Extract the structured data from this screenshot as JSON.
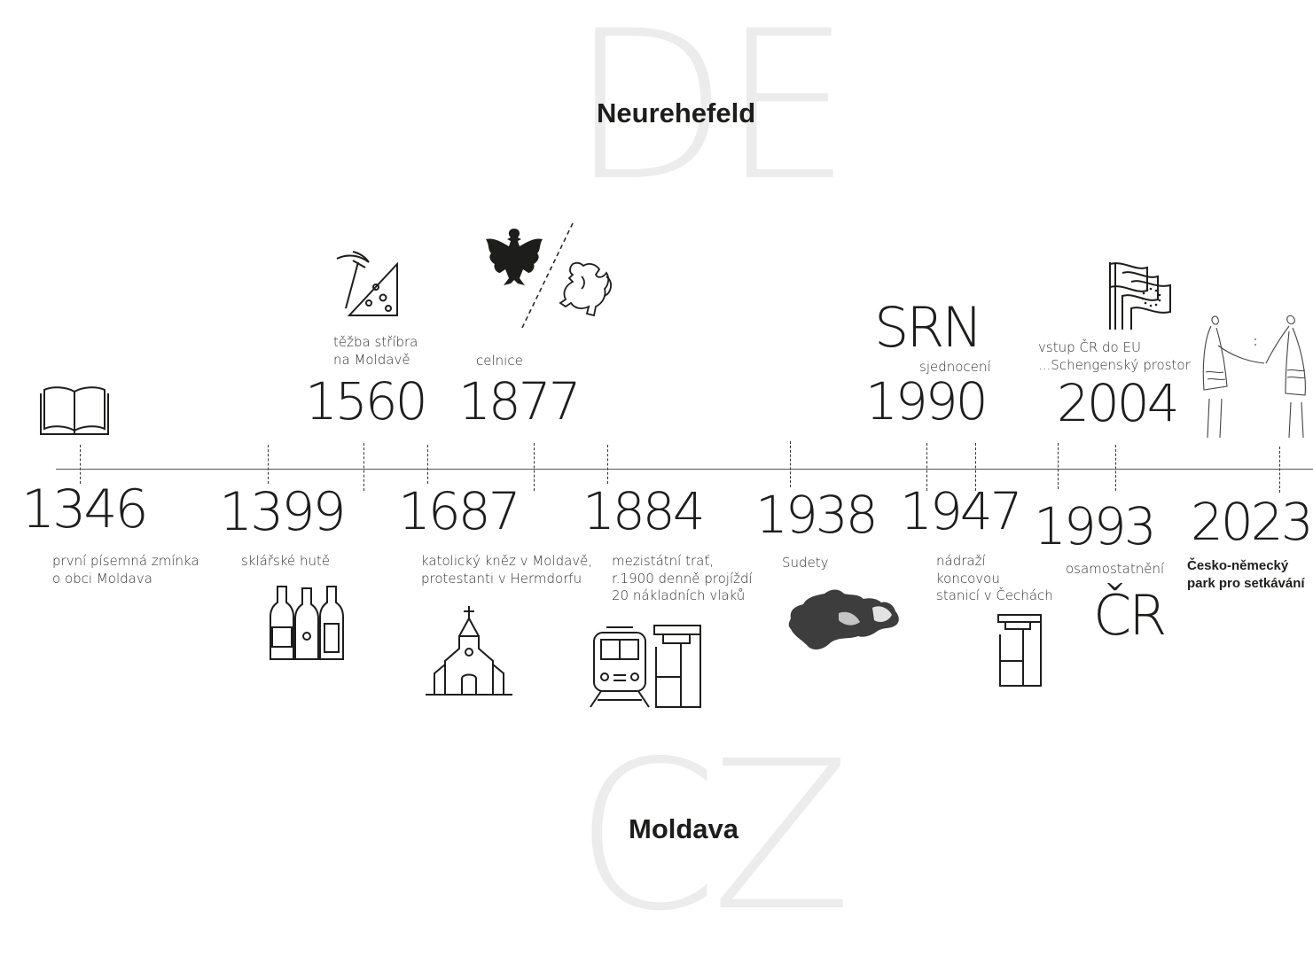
{
  "top_region": {
    "watermark": "DE",
    "place": "Neurehefeld"
  },
  "bottom_region": {
    "watermark": "CZ",
    "place": "Moldava"
  },
  "events_above": [
    {
      "year": "1560",
      "label": "těžba stříbra\nna Moldavě",
      "icon": "pickaxe-mine-icon"
    },
    {
      "year": "1877",
      "label": "celnice",
      "icon": "eagle-lion-coat-of-arms-icon"
    },
    {
      "year": "1990",
      "label": "sjednocení",
      "extra": "SRN"
    },
    {
      "year": "2004",
      "label": "vstup ČR do EU\n...Schengenský prostor",
      "icon": "flags-eu-icon"
    }
  ],
  "events_below": [
    {
      "year": "1346",
      "label": "první písemná zmínka\no obci Moldava",
      "icon": "open-book-icon"
    },
    {
      "year": "1399",
      "label": "sklářské hutě",
      "icon": "glass-bottles-icon"
    },
    {
      "year": "1687",
      "label": "katolický kněz v Moldavě,\nprotestanti v Hermdorfu",
      "icon": "church-icon"
    },
    {
      "year": "1884",
      "label": "mezistátní trať,\nr.1900 denně projíždí\n20 nákladních vlaků",
      "icon": "train-station-icon"
    },
    {
      "year": "1938",
      "label": "Sudety",
      "icon": "czech-map-icon"
    },
    {
      "year": "1947",
      "label": "nádraží\nkoncovou\nstanicí v Čechách",
      "icon": "rail-terminal-icon"
    },
    {
      "year": "1993",
      "label": "osamostatnění",
      "extra": "ČR"
    },
    {
      "year": "2023",
      "label": "Česko-německý\npark pro setkávání",
      "icon": "handshake-people-icon"
    }
  ]
}
